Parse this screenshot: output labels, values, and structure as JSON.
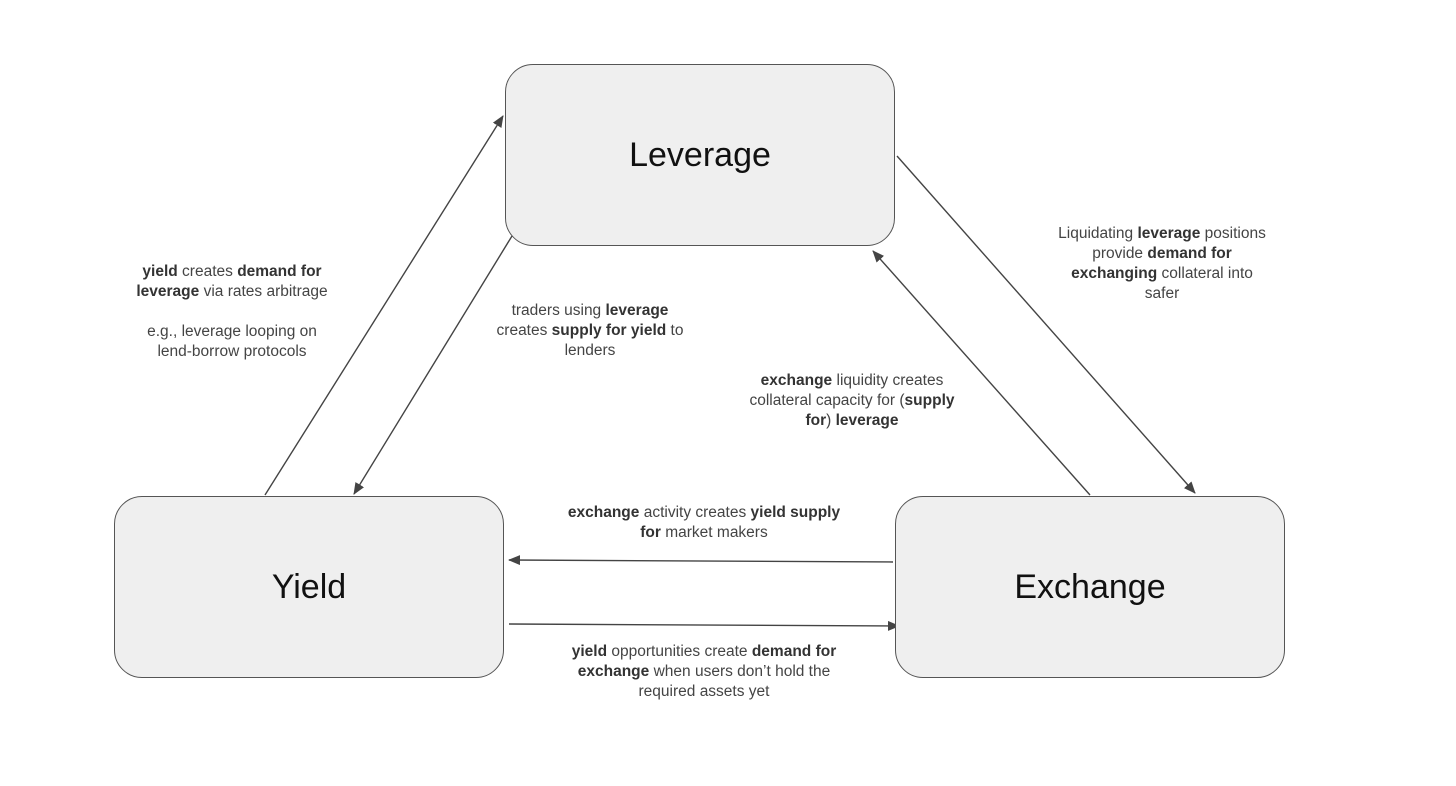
{
  "nodes": {
    "leverage": "Leverage",
    "yield": "Yield",
    "exchange": "Exchange"
  },
  "edges": {
    "yield_to_leverage": {
      "lines": [
        [
          {
            "t": "yield",
            "b": true
          },
          {
            "t": " creates ",
            "b": false
          },
          {
            "t": "demand for",
            "b": true
          }
        ],
        [
          {
            "t": "leverage",
            "b": true
          },
          {
            "t": " via rates arbitrage",
            "b": false
          }
        ]
      ],
      "example": [
        "e.g., leverage looping on",
        "lend-borrow protocols"
      ]
    },
    "leverage_to_yield": {
      "lines": [
        [
          {
            "t": "traders using ",
            "b": false
          },
          {
            "t": "leverage",
            "b": true
          }
        ],
        [
          {
            "t": "creates ",
            "b": false
          },
          {
            "t": "supply for yield",
            "b": true
          },
          {
            "t": " to",
            "b": false
          }
        ],
        [
          {
            "t": "lenders",
            "b": false
          }
        ]
      ]
    },
    "leverage_to_exchange": {
      "lines": [
        [
          {
            "t": "Liquidating ",
            "b": false
          },
          {
            "t": "leverage",
            "b": true
          },
          {
            "t": " positions",
            "b": false
          }
        ],
        [
          {
            "t": "provide ",
            "b": false
          },
          {
            "t": "demand for",
            "b": true
          }
        ],
        [
          {
            "t": "exchanging",
            "b": true
          },
          {
            "t": " collateral into",
            "b": false
          }
        ],
        [
          {
            "t": "safer",
            "b": false
          }
        ]
      ]
    },
    "exchange_to_leverage": {
      "lines": [
        [
          {
            "t": "exchange",
            "b": true
          },
          {
            "t": " liquidity creates",
            "b": false
          }
        ],
        [
          {
            "t": "collateral capacity for (",
            "b": false
          },
          {
            "t": "supply",
            "b": true
          }
        ],
        [
          {
            "t": "for",
            "b": true
          },
          {
            "t": ") ",
            "b": false
          },
          {
            "t": "leverage",
            "b": true
          }
        ]
      ]
    },
    "exchange_to_yield": {
      "lines": [
        [
          {
            "t": "exchange",
            "b": true
          },
          {
            "t": " activity creates ",
            "b": false
          },
          {
            "t": "yield supply",
            "b": true
          }
        ],
        [
          {
            "t": "for",
            "b": true
          },
          {
            "t": " market makers",
            "b": false
          }
        ]
      ]
    },
    "yield_to_exchange": {
      "lines": [
        [
          {
            "t": "yield",
            "b": true
          },
          {
            "t": " opportunities create ",
            "b": false
          },
          {
            "t": "demand for",
            "b": true
          }
        ],
        [
          {
            "t": "exchange",
            "b": true
          },
          {
            "t": " when users don’t hold the",
            "b": false
          }
        ],
        [
          {
            "t": "required assets yet",
            "b": false
          }
        ]
      ]
    }
  },
  "colors": {
    "node_fill": "#efefef",
    "node_border": "#555555",
    "arrow": "#444444",
    "text": "#444444"
  }
}
